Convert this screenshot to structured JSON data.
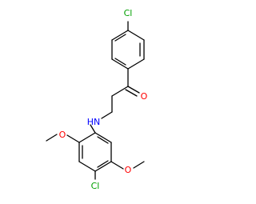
{
  "molecule": {
    "colors": {
      "bond": "#000000",
      "oxygen": "#ff0000",
      "nitrogen": "#0000ff",
      "chlorine": "#00a000",
      "hydrogen_on_n": "#0000ff"
    },
    "atom_labels": {
      "cl_top": "Cl",
      "o_carbonyl": "O",
      "nh": "HN",
      "o_methoxy_left": "O",
      "o_methoxy_right": "O",
      "cl_bottom": "Cl"
    }
  }
}
